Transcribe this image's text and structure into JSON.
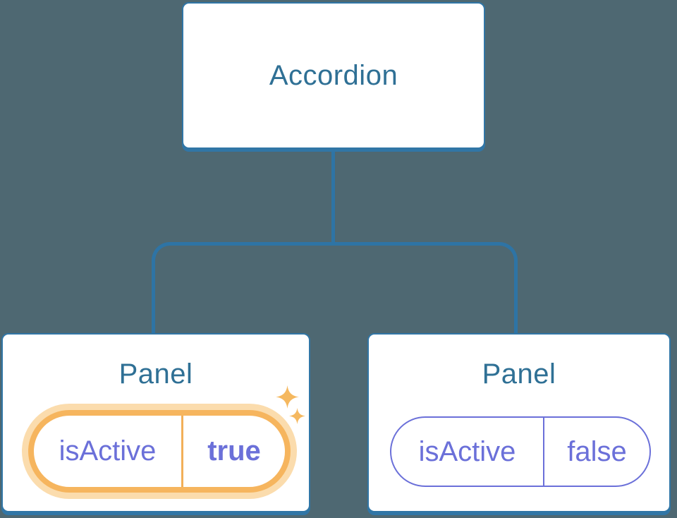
{
  "colors": {
    "background": "#4E6872",
    "connector_line": "#2E74A5",
    "node_border": "#3176A6",
    "node_fill": "#FFFFFF",
    "node_title_text": "#2F7095",
    "prop_text_purple": "#6B70D9",
    "highlight_orange": "#F6B55E",
    "highlight_glow": "#FBDCAD",
    "sparkle_orange": "#F5B85F"
  },
  "tree": {
    "root": {
      "label": "Accordion"
    },
    "children": [
      {
        "label": "Panel",
        "prop_name": "isActive",
        "prop_value": "true",
        "highlighted": true,
        "icon": "sparkles-icon"
      },
      {
        "label": "Panel",
        "prop_name": "isActive",
        "prop_value": "false",
        "highlighted": false
      }
    ]
  }
}
